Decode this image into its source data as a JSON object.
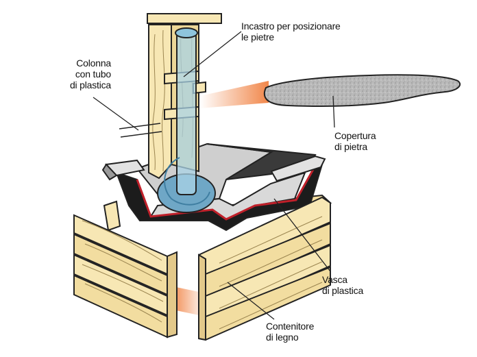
{
  "labels": {
    "incastro": "Incastro per posizionare\nle pietre",
    "colonna": "Colonna\ncon tubo\ndi plastica",
    "copertura": "Copertura\ndi pietra",
    "vasca": "Vasca\ndi plastica",
    "contenitore": "Contenitore\ndi legno"
  },
  "colors": {
    "wood": "#f7e7b4",
    "wood_shade": "#e8d293",
    "tub_black": "#1c1c1c",
    "tub_grey": "#c8c8c8",
    "tub_rim": "#d8d8d8",
    "tub_red_edge": "#c0202a",
    "water_blue": "#6fa7c6",
    "pipe_blue": "#a9d3e6",
    "stone_grey": "#b3b3b3",
    "highlight_orange": "#f08040"
  }
}
